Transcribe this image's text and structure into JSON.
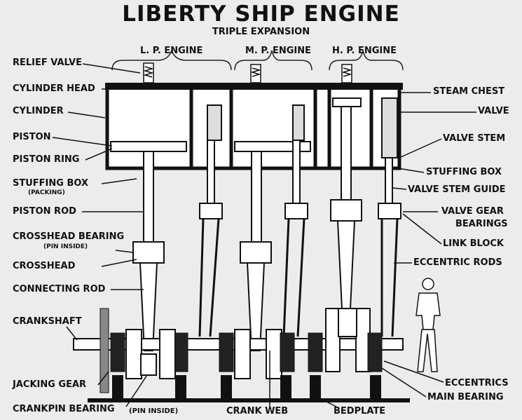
{
  "title": "LIBERTY SHIP ENGINE",
  "subtitle": "TRIPLE EXPANSION",
  "sections": {
    "lp": "L. P. ENGINE",
    "mp": "M. P. ENGINE",
    "hp": "H. P. ENGINE"
  },
  "labels_left": {
    "relief_valve": "RELIEF VALVE",
    "cylinder_head": "CYLINDER HEAD",
    "cylinder": "CYLINDER",
    "piston": "PISTON",
    "piston_ring": "PISTON RING",
    "stuffing_box": "STUFFING BOX",
    "packing": "(PACKING)",
    "piston_rod": "PISTON ROD",
    "crosshead_bearing": "CROSSHEAD BEARING",
    "pin_inside": "(PIN INSIDE)",
    "crosshead": "CROSSHEAD",
    "connecting_rod": "CONNECTING ROD",
    "crankshaft": "CRANKSHAFT",
    "jacking_gear": "JACKING GEAR"
  },
  "labels_right": {
    "steam_chest": "STEAM CHEST",
    "valve": "VALVE",
    "valve_stem": "VALVE STEM",
    "stuffing_box": "STUFFING BOX",
    "valve_stem_guide": "VALVE STEM GUIDE",
    "valve_gear_bearings_1": "VALVE GEAR",
    "valve_gear_bearings_2": "BEARINGS",
    "link_block": "LINK BLOCK",
    "eccentric_rods": "ECCENTRIC RODS",
    "eccentrics": "ECCENTRICS",
    "main_bearing": "MAIN BEARING"
  },
  "labels_bottom": {
    "crankpin_bearing": "CRANKPIN BEARING",
    "crankpin_pin_inside": "(PIN INSIDE)",
    "crank_web": "CRANK WEB",
    "bedplate": "BEDPLATE"
  }
}
